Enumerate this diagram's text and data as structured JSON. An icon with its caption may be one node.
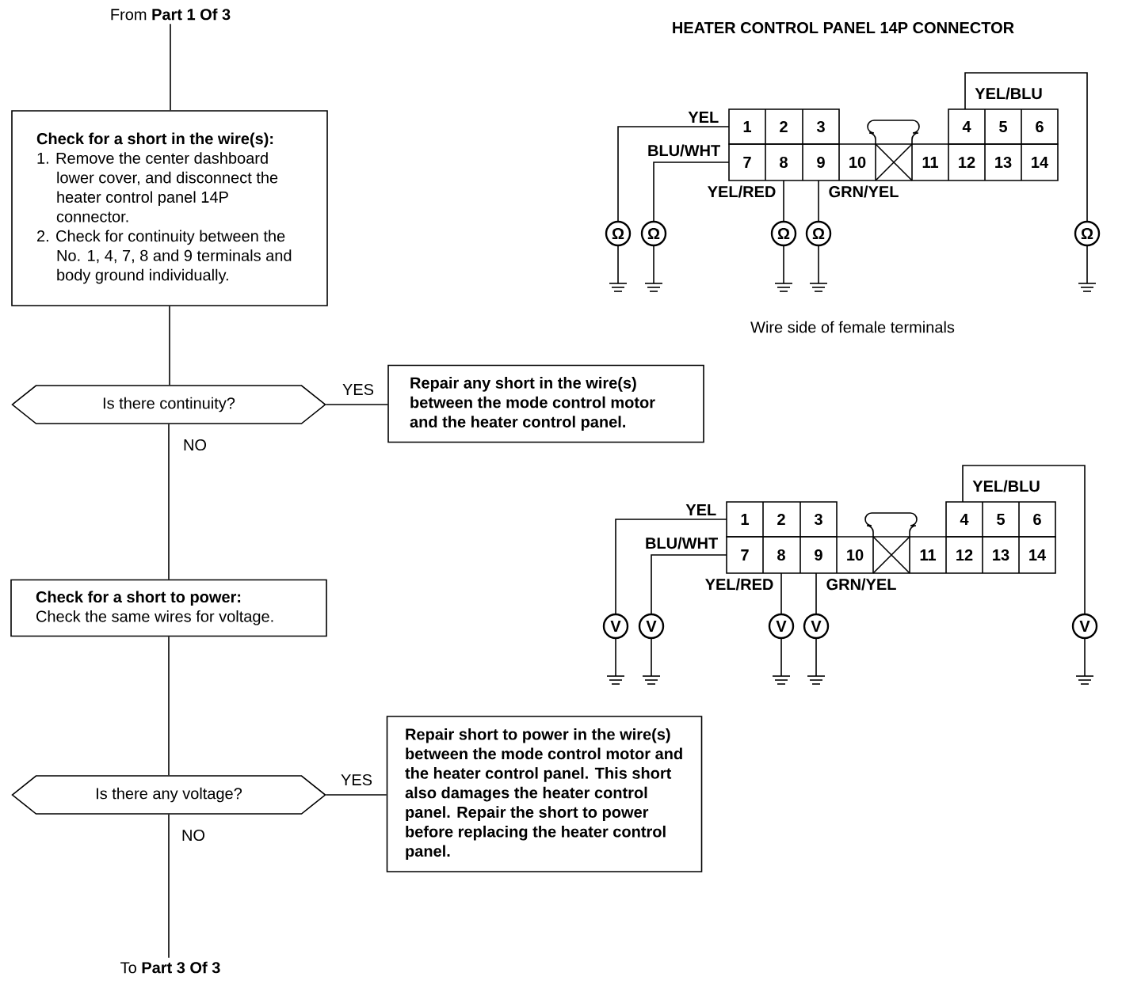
{
  "diagram": {
    "nodes": [
      {
        "text": [
          "From **Part 1 Of 3**"
        ]
      },
      {
        "text": [
          "Check for a short in the wire(s):",
          "1. Remove the center dashboard lower cover, and disconnect the heater control panel 14P connector.",
          "2. Check for continuity between the No. 1, 4, 7, 8 and 9 terminals and body ground individually."
        ]
      },
      {
        "text": [
          "Is there continuity?"
        ]
      },
      {
        "text": [
          "Repair any short in the wire(s) between the mode control motor and the heater control panel."
        ]
      },
      {
        "text": [
          "Check for a short to power:",
          "Check the same wires for voltage."
        ]
      },
      {
        "text": [
          "Is there any voltage?"
        ]
      },
      {
        "text": [
          "Repair short to power in the wire(s) between the mode control motor and the heater control panel. This short also damages the heater control panel. Repair the short to power before replacing the heater control panel."
        ]
      },
      {
        "text": [
          "To **Part 3 Of 3**"
        ]
      }
    ],
    "edges": [
      {
        "from": 0,
        "to": 1,
        "arrow": "none"
      },
      {
        "from": 1,
        "to": 2,
        "arrow": "none"
      },
      {
        "from": 2,
        "to": 3,
        "arrow": "none",
        "label": "YES"
      },
      {
        "from": 2,
        "to": 4,
        "arrow": "none",
        "label": "NO"
      },
      {
        "from": 4,
        "to": 5,
        "arrow": "none"
      },
      {
        "from": 5,
        "to": 6,
        "arrow": "none",
        "label": "YES"
      },
      {
        "from": 5,
        "to": 7,
        "arrow": "none",
        "label": "NO"
      }
    ],
    "title": "HEATER CONTROL PANEL 14P CONNECTOR",
    "labels": [
      "YEL/BLU",
      "YEL",
      "1",
      "2",
      "3",
      "4",
      "5",
      "6",
      "BLU/WHT",
      "7",
      "8",
      "9",
      "10",
      "11",
      "12",
      "13",
      "14",
      "YEL/RED",
      "GRN/YEL",
      "Ω",
      "Ω",
      "Ω",
      "Ω",
      "Ω",
      "Wire side of female terminals",
      "YEL/BLU",
      "YEL",
      "1",
      "2",
      "3",
      "4",
      "5",
      "6",
      "BLU/WHT",
      "7",
      "8",
      "9",
      "10",
      "11",
      "12",
      "13",
      "14",
      "YEL/RED",
      "GRN/YEL",
      "V",
      "V",
      "V",
      "V",
      "V"
    ]
  }
}
